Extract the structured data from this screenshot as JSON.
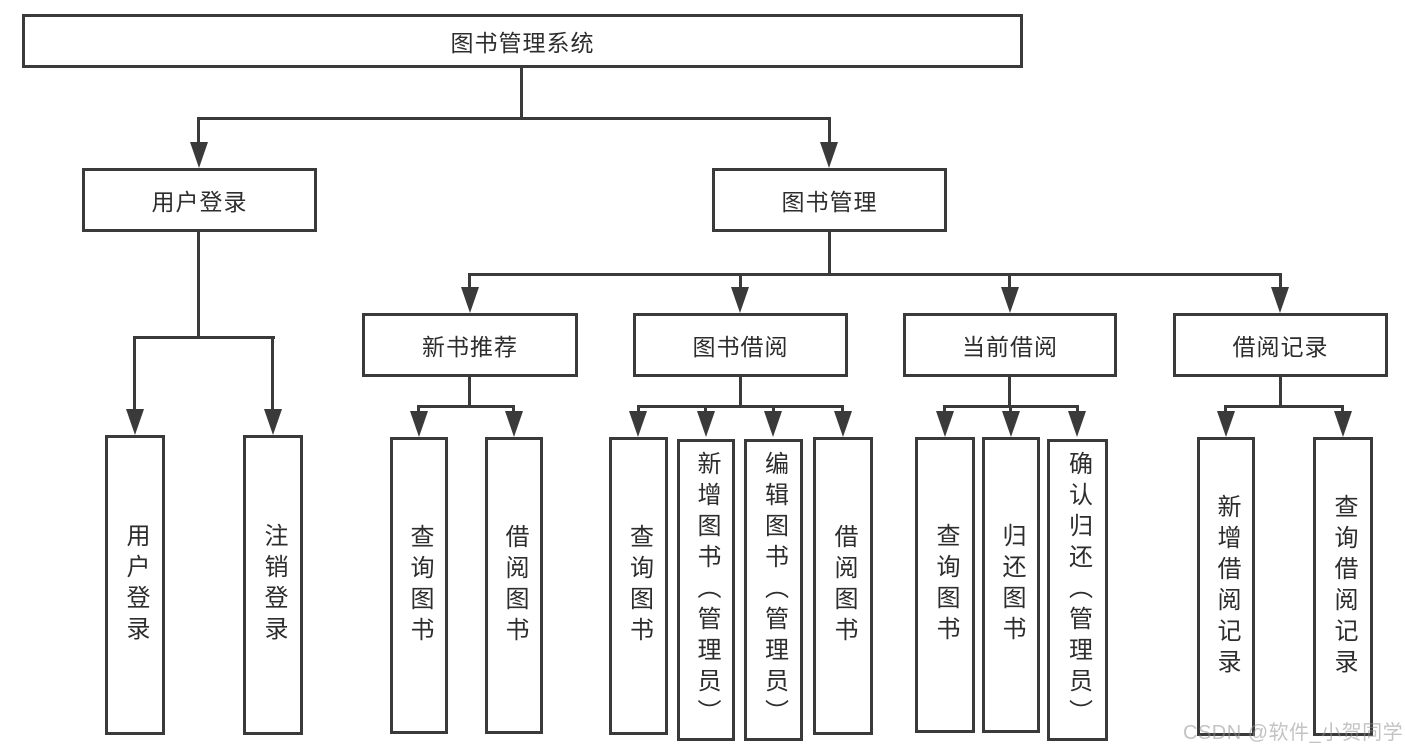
{
  "diagram": {
    "root": {
      "label": "图书管理系统"
    },
    "level2": [
      {
        "label": "用户登录"
      },
      {
        "label": "图书管理"
      }
    ],
    "level3": [
      {
        "label": "新书推荐"
      },
      {
        "label": "图书借阅"
      },
      {
        "label": "当前借阅"
      },
      {
        "label": "借阅记录"
      }
    ],
    "leaves": {
      "user_login": [
        {
          "label": "用户登录"
        },
        {
          "label": "注销登录"
        }
      ],
      "new_book": [
        {
          "label": "查询图书"
        },
        {
          "label": "借阅图书"
        }
      ],
      "book_borrow": [
        {
          "label": "查询图书"
        },
        {
          "label": "新增图书（管理员）"
        },
        {
          "label": "编辑图书（管理员）"
        },
        {
          "label": "借阅图书"
        }
      ],
      "current_borrow": [
        {
          "label": "查询图书"
        },
        {
          "label": "归还图书"
        },
        {
          "label": "确认归还（管理员）"
        }
      ],
      "borrow_records": [
        {
          "label": "新增借阅记录"
        },
        {
          "label": "查询借阅记录"
        }
      ]
    }
  },
  "watermark": {
    "text": "CSDN @软件_小贺同学"
  },
  "colors": {
    "line": "#3a3a3a",
    "text": "#2d2d2d",
    "background": "#ffffff",
    "watermark": "#c3c3c3"
  }
}
